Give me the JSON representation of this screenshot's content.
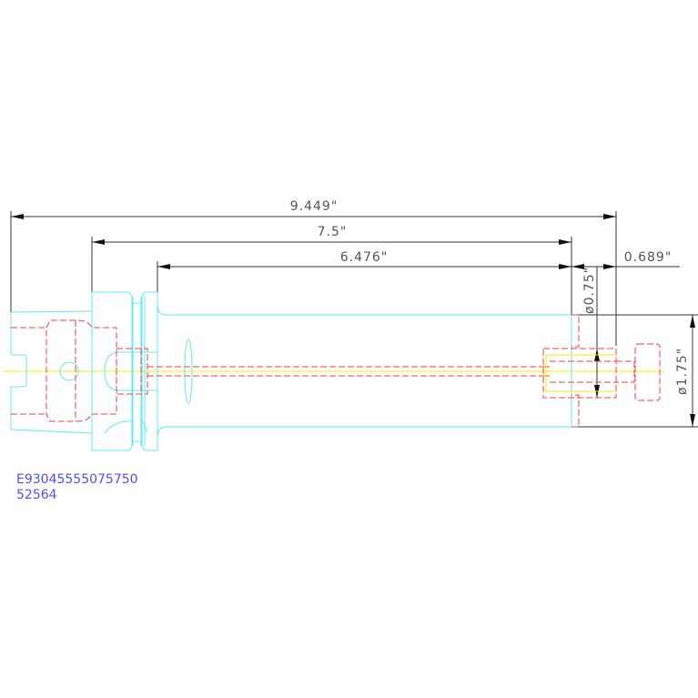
{
  "dimensions": {
    "overall_length": "9.449\"",
    "gauge_length": "7.5\"",
    "body_length": "6.476\"",
    "tip_length": "0.689\"",
    "bore_diameter": "ø0.75\"",
    "body_diameter": "ø1.75\""
  },
  "part_label": {
    "line1": "E93045555075750",
    "line2": "52564"
  },
  "colors": {
    "outline": "#5fe8f0",
    "hidden": "#f04040",
    "centerline": "#f0f000",
    "dimension": "#333333",
    "label": "#5050f0"
  }
}
